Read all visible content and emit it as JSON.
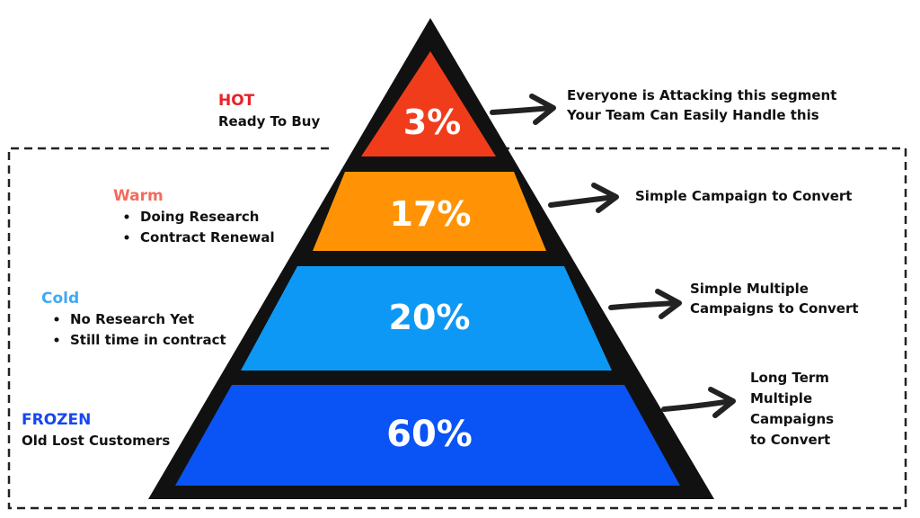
{
  "segments": [
    {
      "key": "hot",
      "percent": "3%",
      "fill_color": "#f03c1b",
      "name": "HOT",
      "name_color": "#e8222a",
      "lines": [
        "Ready To Buy"
      ],
      "bulleted": false,
      "note_lines": [
        "Everyone is Attacking this segment",
        "Your Team Can Easily Handle this"
      ]
    },
    {
      "key": "warm",
      "percent": "17%",
      "fill_color": "#ff9305",
      "name": "Warm",
      "name_color": "#f26b5b",
      "lines": [
        "Doing Research",
        "Contract Renewal"
      ],
      "bulleted": true,
      "note_lines": [
        "Simple Campaign to Convert"
      ]
    },
    {
      "key": "cold",
      "percent": "20%",
      "fill_color": "#0e98f5",
      "name": "Cold",
      "name_color": "#3fa9f5",
      "lines": [
        "No Research Yet",
        "Still time in contract"
      ],
      "bulleted": true,
      "note_lines": [
        "Simple Multiple",
        "Campaigns to Convert"
      ]
    },
    {
      "key": "frozen",
      "percent": "60%",
      "fill_color": "#0a53f5",
      "name": "FROZEN",
      "name_color": "#1646f0",
      "lines": [
        "Old Lost Customers"
      ],
      "bulleted": false,
      "note_lines": [
        "Long Term",
        "Multiple",
        "Campaigns",
        "to Convert"
      ]
    }
  ],
  "colors": {
    "outline": "#111111",
    "text": "#111111",
    "percent_text": "#ffffff",
    "dashed_frame": "#222222"
  }
}
